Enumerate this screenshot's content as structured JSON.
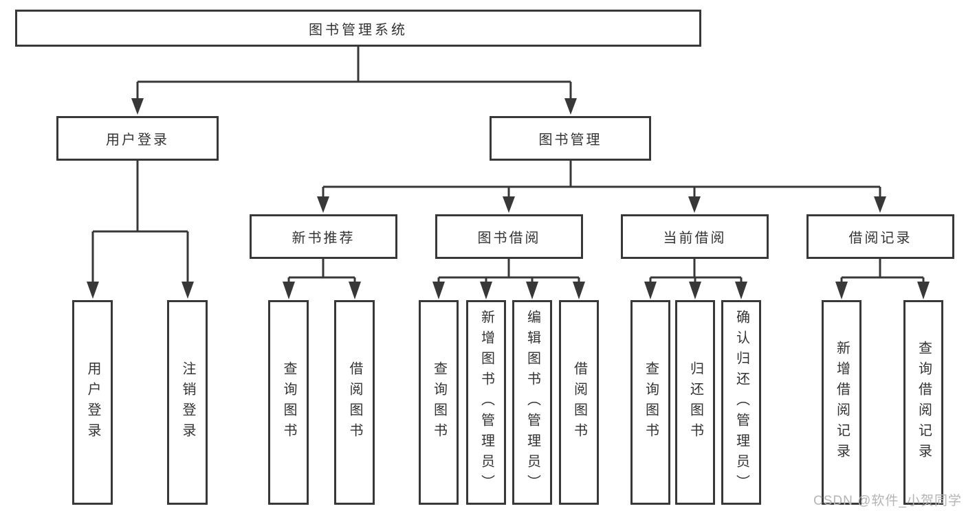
{
  "root": {
    "label": "图书管理系统"
  },
  "branches": [
    {
      "label": "用户登录",
      "children": [
        {
          "label": "用户登录"
        },
        {
          "label": "注销登录"
        }
      ]
    },
    {
      "label": "图书管理",
      "children": [
        {
          "label": "新书推荐",
          "children": [
            {
              "label": "查询图书"
            },
            {
              "label": "借阅图书"
            }
          ]
        },
        {
          "label": "图书借阅",
          "children": [
            {
              "label": "查询图书"
            },
            {
              "label": "新增图书（管理员）"
            },
            {
              "label": "编辑图书（管理员）"
            },
            {
              "label": "借阅图书"
            }
          ]
        },
        {
          "label": "当前借阅",
          "children": [
            {
              "label": "查询图书"
            },
            {
              "label": "归还图书"
            },
            {
              "label": "确认归还（管理员）"
            }
          ]
        },
        {
          "label": "借阅记录",
          "children": [
            {
              "label": "新增借阅记录"
            },
            {
              "label": "查询借阅记录"
            }
          ]
        }
      ]
    }
  ],
  "watermark": {
    "text": "CSDN @软件_小贺同学"
  },
  "colors": {
    "line": "#383838",
    "border": "#383838",
    "text": "#333333",
    "background": "#ffffff",
    "watermark": "#b4b4b4"
  }
}
